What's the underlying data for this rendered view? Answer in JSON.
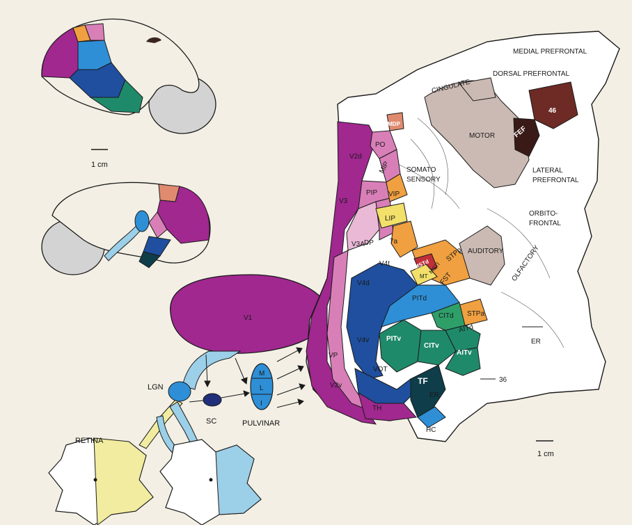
{
  "colors": {
    "magenta": "#a0288f",
    "pink": "#d97fb8",
    "light_pink": "#eab9d6",
    "salmon": "#e08a6f",
    "orange": "#f0a040",
    "yellow": "#f2e06a",
    "pale_yellow": "#f1eca0",
    "blue_dark": "#1f4f9e",
    "blue": "#2e8fd6",
    "light_blue": "#9ccfe8",
    "teal": "#1f8a6a",
    "green": "#2f9f6a",
    "dark_teal": "#0f3d4a",
    "maroon": "#6e2a25",
    "taupe": "#cbbab3",
    "red": "#c12f3a",
    "gray": "#d3d3d3",
    "background": "#f3efe4"
  },
  "scale_bars": {
    "top_left": "1 cm",
    "bottom_right": "1 cm"
  },
  "flatmap": {
    "medial_prefrontal": "MEDIAL PREFRONTAL",
    "dorsal_prefrontal": "DORSAL PREFRONTAL",
    "cingulate": "CINGULATE",
    "motor": "MOTOR",
    "area_46": "46",
    "fef": "FEF",
    "lateral_prefrontal": [
      "LATERAL",
      "PREFRONTAL"
    ],
    "orbito_frontal": [
      "ORBITO-",
      "FRONTAL"
    ],
    "somato_sensory": [
      "SOMATO",
      "SENSORY"
    ],
    "auditory": "AUDITORY",
    "olfactory": "OLFACTORY",
    "er_upper": "ER",
    "er_lower": "ER",
    "hc": "HC",
    "area_36": "36",
    "v2d": "V2d",
    "v3": "V3",
    "v3a": "V3A",
    "vp": "VP",
    "v2v": "V2v",
    "th": "TH",
    "mdp": "MDP",
    "po": "PO",
    "mip": "MIP",
    "pip": "PIP",
    "vip": "VIP",
    "lip": "LIP",
    "dp": "DP",
    "area_7a": "7a",
    "mstd": "MSTd",
    "mt": "MT",
    "msti": "MSTl",
    "fst": "FST",
    "stpp": "STPp",
    "stpa": "STPa",
    "v4t": "V4t",
    "v4d": "V4d",
    "v4v": "V4v",
    "vot": "VOT",
    "pitd": "PITd",
    "pitv": "PITv",
    "citd": "CITd",
    "citv": "CITv",
    "aitd": "AITd",
    "aitv": "AITv",
    "tf": "TF"
  },
  "pathway": {
    "v1": "V1",
    "lgn": "LGN",
    "sc": "SC",
    "pulvinar": "PULVINAR",
    "pulvinar_m": "M",
    "pulvinar_l": "L",
    "pulvinar_i": "I",
    "retina": "RETINA"
  }
}
